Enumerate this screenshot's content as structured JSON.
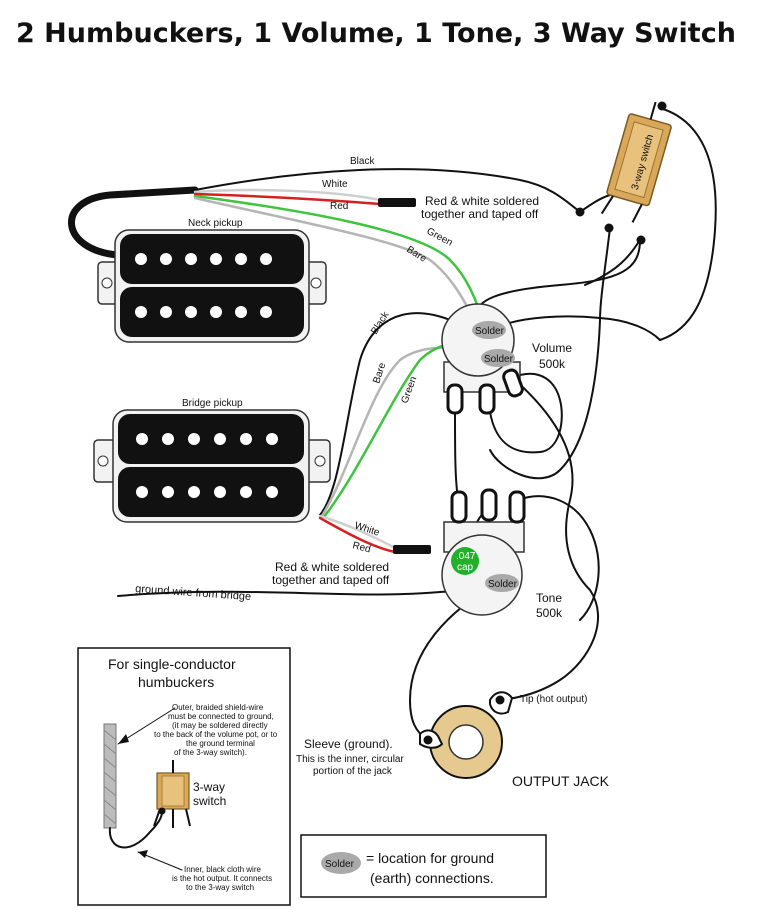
{
  "title": "2 Humbuckers, 1 Volume, 1 Tone, 3 Way Switch",
  "pickups": {
    "neck_label": "Neck pickup",
    "bridge_label": "Bridge pickup"
  },
  "wires": {
    "black": "Black",
    "white": "White",
    "red": "Red",
    "green": "Green",
    "bare": "Bare"
  },
  "notes": {
    "neck_taped_line1": "Red & white soldered",
    "neck_taped_line2": "together and taped off",
    "bridge_taped_line1": "Red & white soldered",
    "bridge_taped_line2": "together and taped off",
    "ground_from_bridge": "ground wire from bridge"
  },
  "switch": {
    "label": "3-way switch"
  },
  "volume": {
    "label": "Volume",
    "value": "500k"
  },
  "tone": {
    "label": "Tone",
    "value": "500k",
    "cap_line1": ".047",
    "cap_line2": "cap"
  },
  "solder": "Solder",
  "jack": {
    "label": "OUTPUT JACK",
    "tip": "Tip (hot output)",
    "sleeve_line1": "Sleeve (ground).",
    "sleeve_line2": "This is the inner, circular",
    "sleeve_line3": "portion of the jack"
  },
  "inset": {
    "title_line1": "For single-conductor",
    "title_line2": "humbuckers",
    "note1": [
      "Outer, braided shield-wire",
      "must be connected to ground,",
      "(it may be soldered directly",
      "to the back of the volume pot, or to",
      "the ground terminal",
      "of the 3-way switch)."
    ],
    "switch_line1": "3-way",
    "switch_line2": "switch",
    "note2": [
      "Inner, black cloth wire",
      "is the hot output.  It connects",
      "to the 3-way switch"
    ]
  },
  "legend": {
    "solder": "Solder",
    "line1": "= location for ground",
    "line2": "(earth) connections."
  },
  "colors": {
    "green_wire": "#3ec43e",
    "red_wire": "#d62020",
    "bare_wire": "#b5b5b5",
    "white_wire": "#d8d8d8",
    "switch_body": "#d9a85a",
    "cap": "#22b02a",
    "solder": "#a9a9a9",
    "jack_ring": "#e6c98e"
  }
}
